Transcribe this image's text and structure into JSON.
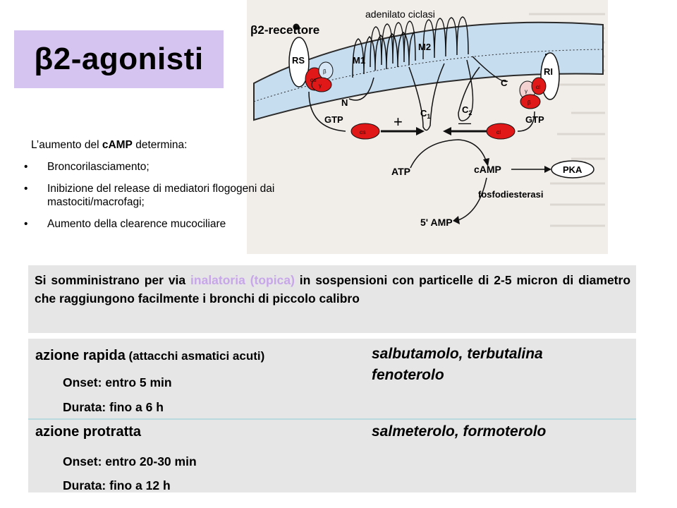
{
  "title": "β2-agonisti",
  "figure": {
    "receptor_label": "β2-recettore",
    "cyclase_label": "adenilato ciclasi",
    "labels": {
      "rs": "RS",
      "ri": "RI",
      "m1": "M1",
      "m2": "M2",
      "n": "N",
      "c": "C",
      "c1": "C",
      "c1_sub": "1",
      "c2": "C",
      "c2_sub": "2",
      "gtp_left": "GTP",
      "gtp_right": "GTP",
      "plus": "+",
      "minus": "—",
      "atp": "ATP",
      "camp": "cAMP",
      "pka": "PKA",
      "pde": "fosfodiesterasi",
      "amp5": "5' AMP",
      "alpha_s": "αs",
      "alpha_i": "αi",
      "beta": "β",
      "gamma": "γ"
    }
  },
  "intro": {
    "prefix": "L’aumento del ",
    "bold": "cAMP",
    "suffix": " determina:"
  },
  "bullets": [
    "Broncorilasciamento;",
    "Inibizione del release di mediatori flogogeni dai mastociti/macrofagi;",
    "Aumento della clearence mucociliare"
  ],
  "administration": {
    "part1": "Si somministrano per via ",
    "highlight": "inalatoria (topica)",
    "part2": " in sospensioni con particelle di 2-5 micron di diametro che raggiungono facilmente i bronchi di piccolo calibro"
  },
  "rapid": {
    "title": "azione rapida",
    "subtitle": " (attacchi asmatici acuti)",
    "onset": "Onset: entro 5 min",
    "duration": "Durata: fino a 6 h",
    "drugs_line1": "salbutamolo, terbutalina",
    "drugs_line2": "fenoterolo"
  },
  "prolonged": {
    "title": "azione protratta",
    "onset": "Onset: entro 20-30 min",
    "duration": "Durata: fino a 12 h",
    "drugs": "salmeterolo, formoterolo"
  },
  "colors": {
    "title_bg": "#d6c4f0",
    "highlight": "#c8a6ea",
    "box_bg": "#e6e6e6",
    "g_protein_red": "#e01818"
  }
}
